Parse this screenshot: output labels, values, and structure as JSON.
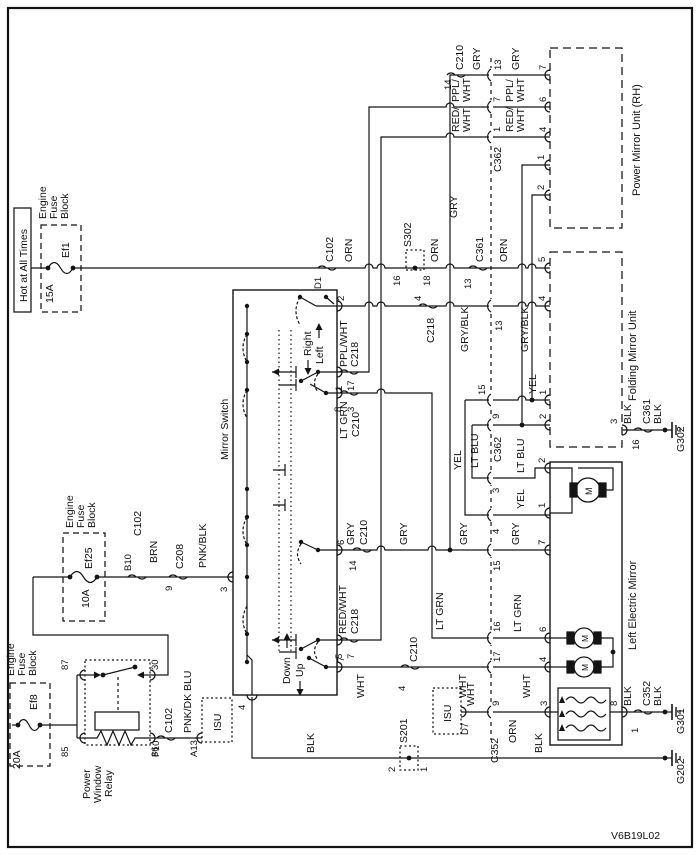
{
  "page": {
    "code": "V6B19L02"
  },
  "banner": {
    "hot": "Hot at All Times"
  },
  "fb": {
    "block_label": [
      "Engine",
      "Fuse",
      "Block"
    ],
    "ef1": {
      "id": "Ef1",
      "amps": "15A"
    },
    "ef25": {
      "id": "Ef25",
      "amps": "10A"
    },
    "ef8": {
      "id": "Ef8",
      "amps": "20A"
    }
  },
  "relay": {
    "name": [
      "Power",
      "Window",
      "Relay"
    ],
    "p87": "87",
    "p30": "30",
    "p85": "85",
    "p86": "86"
  },
  "sw": {
    "name": "Mirror Switch",
    "dir": {
      "right": "Right",
      "left": "Left",
      "down": "Down",
      "up": "Up"
    }
  },
  "isu": {
    "name": "ISU"
  },
  "spl": {
    "s302": {
      "name": "S302",
      "l": "16",
      "r": "18"
    },
    "s201": {
      "name": "S201",
      "l": "2",
      "r": "1"
    }
  },
  "gnd": {
    "g301": "G301",
    "g302": "G302",
    "g202": "G202"
  },
  "col": {
    "orn": "ORN",
    "brn": "BRN",
    "pnk_blk": "PNK/BLK",
    "pnk_dk_blu": "PNK/DK BLU",
    "gry": "GRY",
    "gry_blk": "GRY/BLK",
    "ppl_s": "PPL/",
    "red_s": "RED/",
    "wht": "WHT",
    "ppl_wht": "PPL/WHT",
    "red_wht": "RED/WHT",
    "lt_grn": "LT GRN",
    "yel": "YEL",
    "lt_blu": "LT BLU",
    "blk": "BLK"
  },
  "conn": {
    "c102": "C102",
    "c208": "C208",
    "c210": "C210",
    "c218": "C218",
    "c352": "C352",
    "c361": "C361",
    "c362": "C362"
  },
  "units": {
    "rh": {
      "name": "Power Mirror Unit (RH)"
    },
    "folding": {
      "name": "Folding Mirror Unit"
    },
    "left": {
      "name": "Left Electric Mirror",
      "motor": "M"
    }
  },
  "nums": {
    "1": "1",
    "2": "2",
    "3": "3",
    "4": "4",
    "5": "5",
    "6": "6",
    "7": "7",
    "8": "8",
    "9": "9",
    "13": "13",
    "14": "14",
    "15": "15",
    "16": "16",
    "17": "17",
    "18": "18",
    "30": "30",
    "85": "85",
    "86": "86",
    "87": "87",
    "D1": "D1",
    "B10": "B10",
    "F10": "F10",
    "A13": "A13",
    "D7": "D7"
  }
}
